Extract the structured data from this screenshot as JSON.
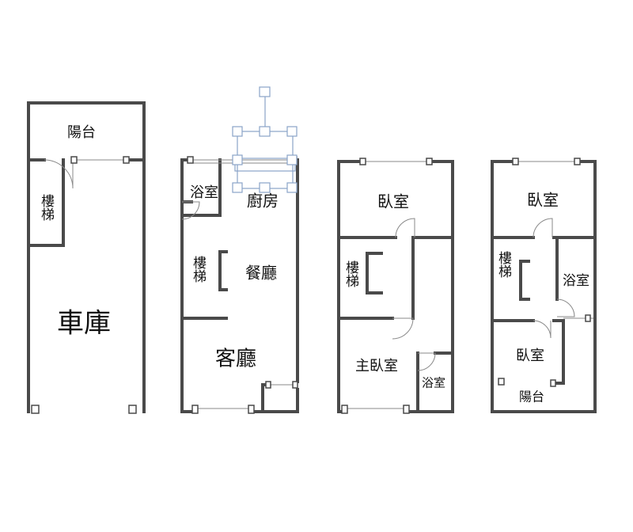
{
  "floors": [
    {
      "rooms": {
        "balcony": "陽台",
        "stairs": "樓梯",
        "garage": "車庫"
      }
    },
    {
      "rooms": {
        "bathroom": "浴室",
        "kitchen": "廚房",
        "stairs": "樓梯",
        "dining": "餐廳",
        "living": "客廳"
      }
    },
    {
      "rooms": {
        "bedroom": "臥室",
        "stairs": "樓梯",
        "master_bedroom": "主臥室",
        "bathroom": "浴室"
      }
    },
    {
      "rooms": {
        "bedroom_top": "臥室",
        "stairs": "樓梯",
        "bathroom": "浴室",
        "bedroom_bottom": "臥室",
        "balcony": "陽台"
      }
    }
  ],
  "colors": {
    "wall": "#4a4a4a",
    "selection": "#8aa4c8"
  }
}
